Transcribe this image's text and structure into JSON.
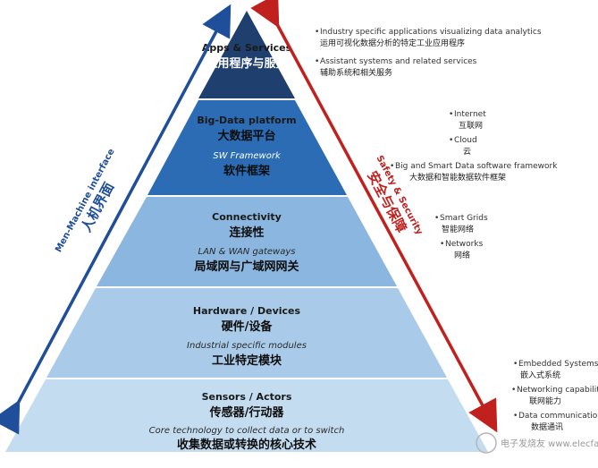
{
  "layers": [
    {
      "en": "Apps & Services",
      "zh": "应用程序与服务",
      "sub_en": "",
      "sub_zh": ""
    },
    {
      "en": "Big-Data platform",
      "zh": "大数据平台",
      "sub_en": "SW Framework",
      "sub_zh": "软件框架"
    },
    {
      "en": "Connectivity",
      "zh": "连接性",
      "sub_en": "LAN & WAN gateways",
      "sub_zh": "局域网与广域网网关"
    },
    {
      "en": "Hardware / Devices",
      "zh": "硬件/设备",
      "sub_en": "Industrial specific modules",
      "sub_zh": "工业特定模块"
    },
    {
      "en": "Sensors / Actors",
      "zh": "传感器/行动器",
      "sub_en": "Core  technology to collect data or to switch",
      "sub_zh": "收集数据或转换的核心技术"
    }
  ],
  "left_arrow": {
    "en": "Men-Machine interface",
    "zh": "人机界面"
  },
  "right_arrow": {
    "en": "Safety & Security",
    "zh": "安全与保障"
  },
  "notes": {
    "apps": [
      {
        "en": "Industry specific applications visualizing data analytics",
        "zh": "运用可视化数据分析的特定工业应用程序"
      },
      {
        "en": "Assistant systems and related services",
        "zh": "辅助系统和相关服务"
      }
    ],
    "bigdata": [
      {
        "en": "Internet",
        "zh": "互联网"
      },
      {
        "en": "Cloud",
        "zh": "云"
      },
      {
        "en": "Big and Smart Data software framework",
        "zh": "大数据和智能数据软件框架"
      }
    ],
    "connectivity": [
      {
        "en": "Smart Grids",
        "zh": "智能网络"
      },
      {
        "en": "Networks",
        "zh": "网络"
      }
    ],
    "sensors": [
      {
        "en": "Embedded Systems",
        "zh": "嵌入式系统"
      },
      {
        "en": "Networking capability",
        "zh": "联网能力"
      },
      {
        "en": "Data communication",
        "zh": "数据通讯"
      }
    ]
  },
  "watermark": "电子发烧友 www.elecfans.com",
  "colors": {
    "apps": "#1f3f6e",
    "bigdata": "#2b6cb5",
    "connectivity": "#8ab6df",
    "hardware": "#a9cbe9",
    "sensors": "#c4dcf0",
    "left_arrow": "#1f4e9a",
    "right_arrow": "#c0211e"
  }
}
